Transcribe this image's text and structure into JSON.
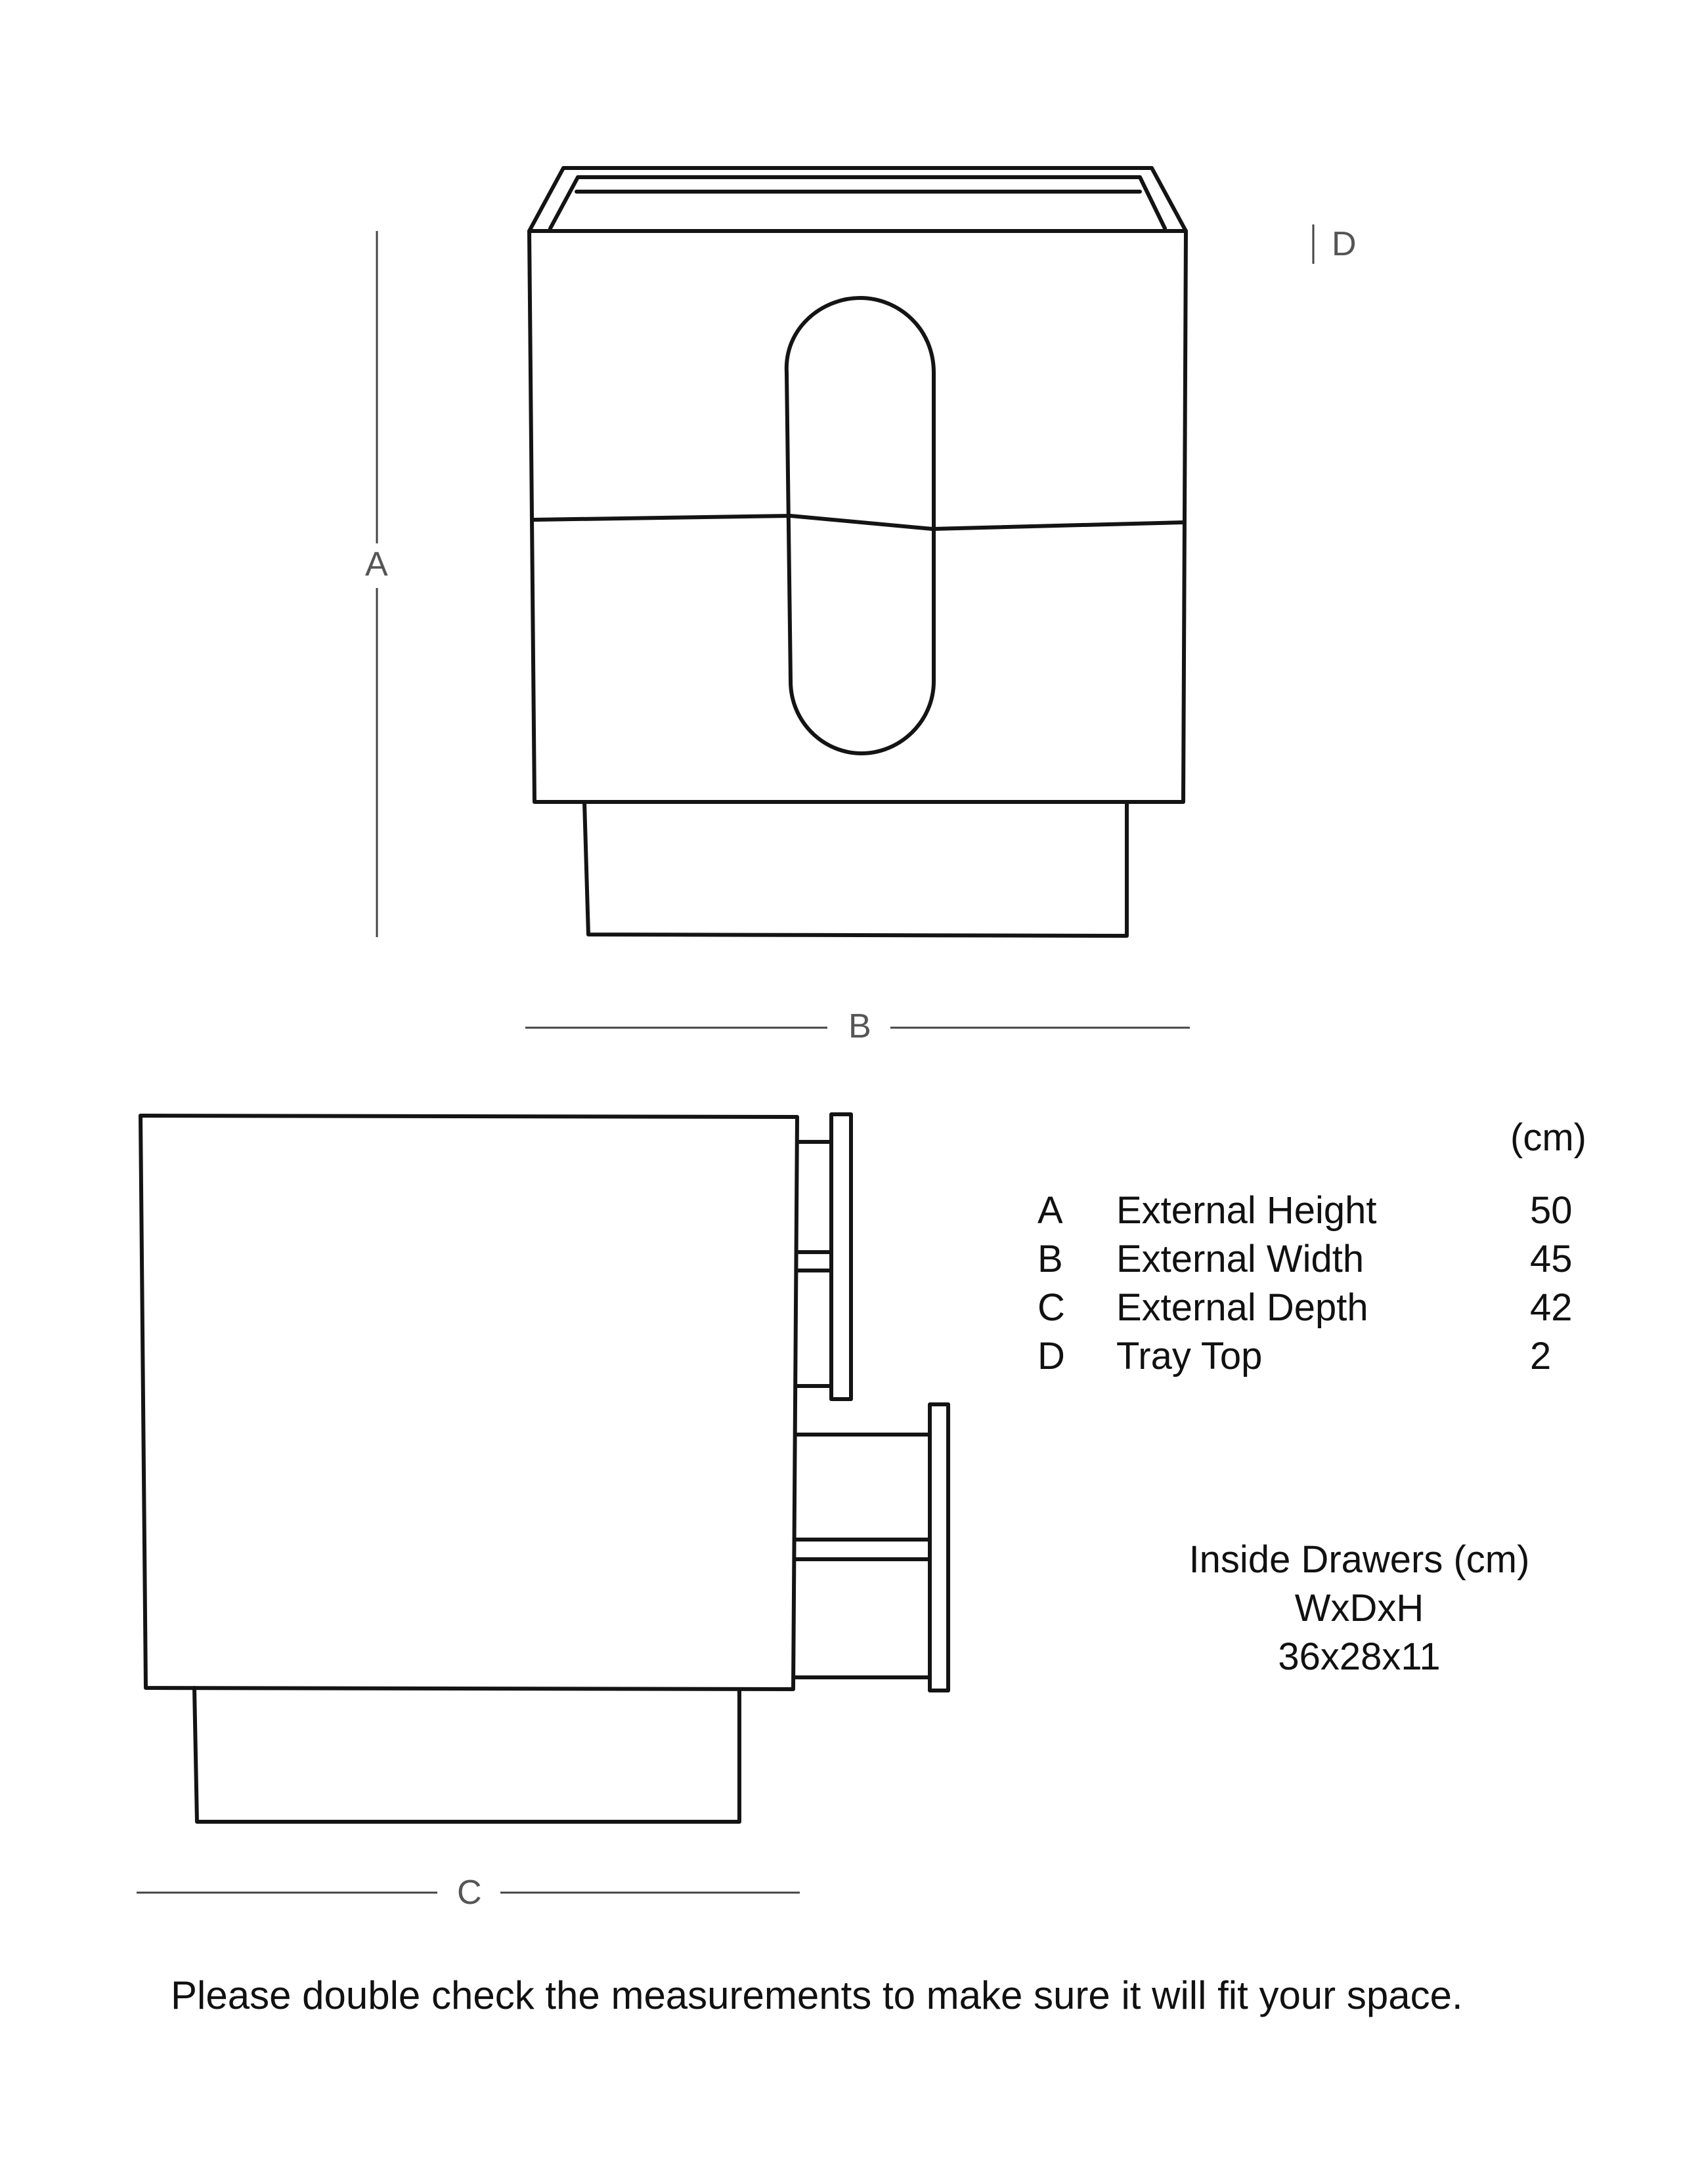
{
  "dimension_labels": {
    "a": "A",
    "b": "B",
    "c": "C",
    "d": "D"
  },
  "specs": {
    "unit": "(cm)",
    "rows": [
      {
        "letter": "A",
        "description": "External Height",
        "value": "50"
      },
      {
        "letter": "B",
        "description": "External Width",
        "value": "45"
      },
      {
        "letter": "C",
        "description": "External Depth",
        "value": "42"
      },
      {
        "letter": "D",
        "description": "Tray Top",
        "value": "2"
      }
    ]
  },
  "inside_drawers": {
    "title": "Inside Drawers (cm)",
    "format": "WxDxH",
    "dimensions": "36x28x11"
  },
  "footer_note": "Please double check the measurements to make sure it will fit your space."
}
